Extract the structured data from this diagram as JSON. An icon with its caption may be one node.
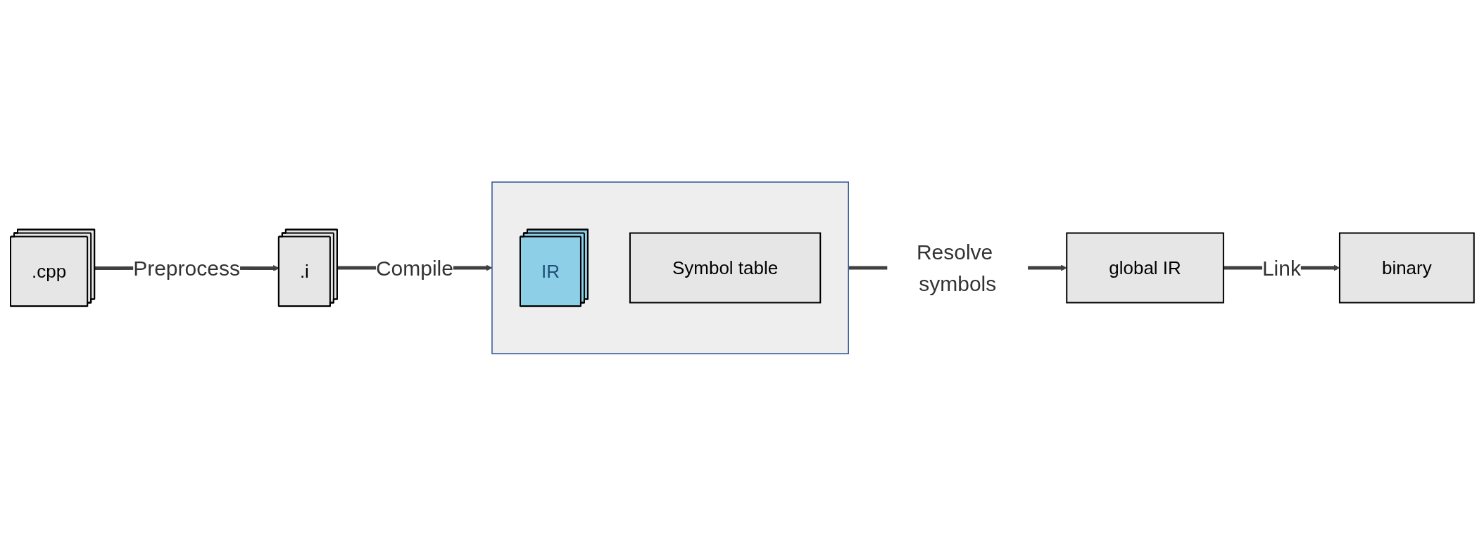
{
  "diagram": {
    "nodes": [
      {
        "text": [
          ".cpp"
        ]
      },
      {
        "text": [
          ".i"
        ]
      },
      {
        "text": [],
        "shape": "box"
      },
      {
        "text": [
          "IR"
        ],
        "in": 2
      },
      {
        "text": [
          "Symbol table"
        ],
        "in": 2
      },
      {
        "text": [
          "global IR"
        ]
      },
      {
        "text": [
          "binary"
        ]
      }
    ],
    "edges": [
      {
        "from": 0,
        "to": 1,
        "arrow": "to",
        "label": "Preprocess"
      },
      {
        "from": 1,
        "to": 2,
        "arrow": "to",
        "label": "Compile"
      },
      {
        "from": 2,
        "to": 5,
        "arrow": "to",
        "label": "Resolve symbols"
      },
      {
        "from": 5,
        "to": 6,
        "arrow": "to",
        "label": "Link"
      }
    ]
  }
}
